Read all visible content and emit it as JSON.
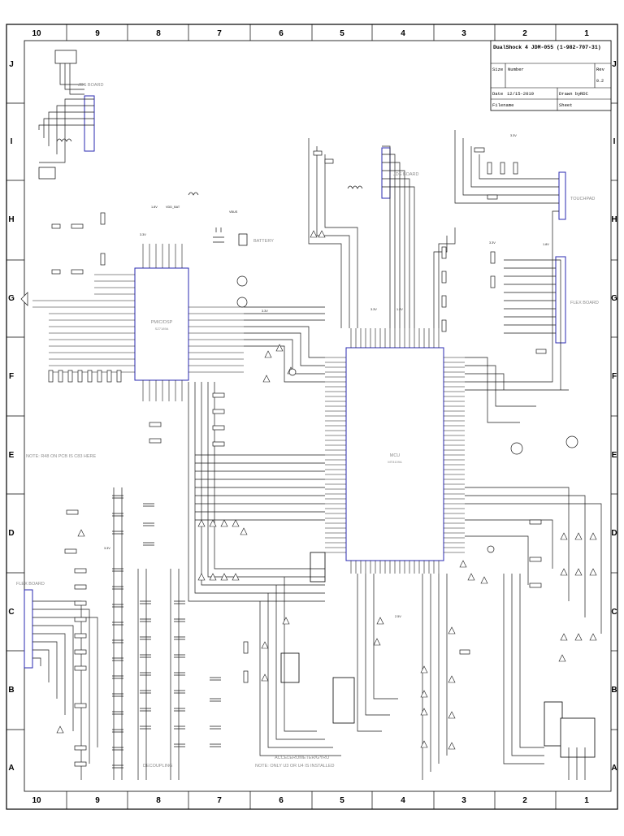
{
  "columns": [
    "10",
    "9",
    "8",
    "7",
    "6",
    "5",
    "4",
    "3",
    "2",
    "1"
  ],
  "rows": [
    "J",
    "I",
    "H",
    "G",
    "F",
    "E",
    "D",
    "C",
    "B",
    "A"
  ],
  "title_block": {
    "title": "DualShock 4 JDM-055 (1-982-707-31)",
    "size_label": "Size",
    "number_label": "Number",
    "rev_label": "Rev",
    "rev_value": "0.2",
    "date_label": "Date",
    "date_value": "12/15-2019",
    "drawn_label": "Drawn by",
    "drawn_value": "RDC",
    "filename_label": "Filename",
    "sheet_label": "Sheet"
  },
  "blocks": {
    "jds_board_left": "JDS BOARD",
    "jds_board_mid": "JDS BOARD",
    "touchpad": "TOUCHPAD",
    "battery": "BATTERY",
    "flex_board_right": "FLEX BOARD",
    "flex_board_left": "FLEX BOARD",
    "pmic": "PMIC/DSP",
    "pmic_part": "SZ7189A",
    "mcu": "MCU",
    "mcu_part": "MT8109A",
    "decoupling": "DECOUPLING",
    "accel": "ACCELEROMETER/GYRO",
    "accel_note": "NOTE: ONLY U3 OR U4 IS INSTALLED",
    "note_r48": "NOTE: R48 ON PCB IS C83 HERE"
  },
  "net_labels": [
    "3.3V",
    "1.8V",
    "VDD_BAT",
    "VBUS",
    "3.3V",
    "1.2V",
    "3.3V",
    "3.3V",
    "3.3V",
    "1.8V",
    "2.5V",
    "3.3V"
  ],
  "colors": {
    "line": "#1a1a1a",
    "bus": "#2a2ab0",
    "label": "#8c8c8c",
    "frame": "#000000"
  }
}
